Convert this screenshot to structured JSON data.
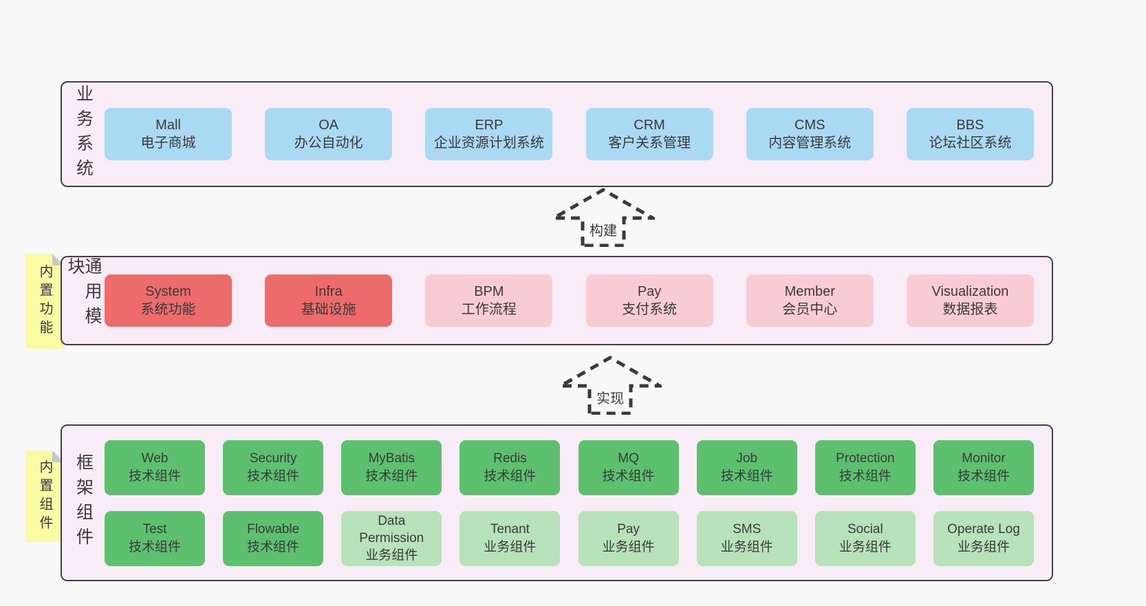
{
  "page": {
    "background": "#f8f8f8"
  },
  "colors": {
    "container_bg": "#f8edf6",
    "container_border": "#404040",
    "blue_box": "#a9d9f3",
    "red_box": "#ee6b6b",
    "pink_box": "#f9ccd4",
    "green_box": "#5cc06e",
    "light_green_box": "#b8e3ba",
    "sticky_note": "#fbfba3",
    "sticky_fold": "#c8c8c8",
    "text": "#3a3a3a"
  },
  "layers": [
    {
      "label": "业务系统",
      "boxes": [
        {
          "name": "Mall",
          "desc": "电子商城",
          "variant": "blue"
        },
        {
          "name": "OA",
          "desc": "办公自动化",
          "variant": "blue"
        },
        {
          "name": "ERP",
          "desc": "企业资源计划系统",
          "variant": "blue"
        },
        {
          "name": "CRM",
          "desc": "客户关系管理",
          "variant": "blue"
        },
        {
          "name": "CMS",
          "desc": "内容管理系统",
          "variant": "blue"
        },
        {
          "name": "BBS",
          "desc": "论坛社区系统",
          "variant": "blue"
        }
      ]
    },
    {
      "label": "通用模块",
      "sticky": "内置功能",
      "boxes": [
        {
          "name": "System",
          "desc": "系统功能",
          "variant": "red"
        },
        {
          "name": "Infra",
          "desc": "基础设施",
          "variant": "red"
        },
        {
          "name": "BPM",
          "desc": "工作流程",
          "variant": "pink"
        },
        {
          "name": "Pay",
          "desc": "支付系统",
          "variant": "pink"
        },
        {
          "name": "Member",
          "desc": "会员中心",
          "variant": "pink"
        },
        {
          "name": "Visualization",
          "desc": "数据报表",
          "variant": "pink"
        }
      ]
    },
    {
      "label": "框架组件",
      "sticky": "内置组件",
      "rows": [
        [
          {
            "name": "Web",
            "desc": "技术组件",
            "variant": "green"
          },
          {
            "name": "Security",
            "desc": "技术组件",
            "variant": "green"
          },
          {
            "name": "MyBatis",
            "desc": "技术组件",
            "variant": "green"
          },
          {
            "name": "Redis",
            "desc": "技术组件",
            "variant": "green"
          },
          {
            "name": "MQ",
            "desc": "技术组件",
            "variant": "green"
          },
          {
            "name": "Job",
            "desc": "技术组件",
            "variant": "green"
          },
          {
            "name": "Protection",
            "desc": "技术组件",
            "variant": "green"
          },
          {
            "name": "Monitor",
            "desc": "技术组件",
            "variant": "green"
          }
        ],
        [
          {
            "name": "Test",
            "desc": "技术组件",
            "variant": "green"
          },
          {
            "name": "Flowable",
            "desc": "技术组件",
            "variant": "green"
          },
          {
            "name": "Data Permission",
            "desc": "业务组件",
            "variant": "lightgreen"
          },
          {
            "name": "Tenant",
            "desc": "业务组件",
            "variant": "lightgreen"
          },
          {
            "name": "Pay",
            "desc": "业务组件",
            "variant": "lightgreen"
          },
          {
            "name": "SMS",
            "desc": "业务组件",
            "variant": "lightgreen"
          },
          {
            "name": "Social",
            "desc": "业务组件",
            "variant": "lightgreen"
          },
          {
            "name": "Operate Log",
            "desc": "业务组件",
            "variant": "lightgreen"
          }
        ]
      ]
    }
  ],
  "arrows": [
    {
      "label": "构建"
    },
    {
      "label": "实现"
    }
  ]
}
